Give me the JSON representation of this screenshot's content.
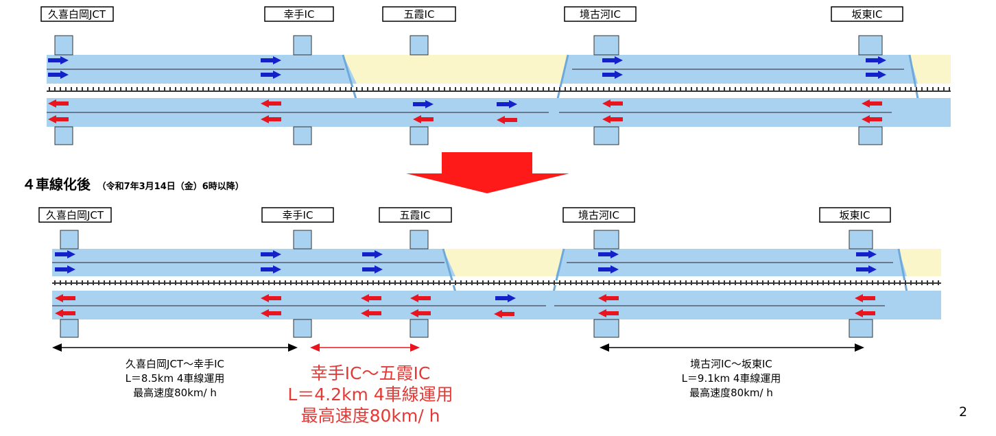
{
  "colors": {
    "road": "#a9d2f0",
    "road_edge": "#6fa9d9",
    "construction": "#fbf6c9",
    "median": "#ffffff",
    "arrow_blue": "#1420c8",
    "arrow_red": "#e8141e",
    "big_arrow": "#ff1a1a",
    "note_red": "#e53935"
  },
  "before": {
    "ic_labels": [
      "久喜白岡JCT",
      "幸手IC",
      "五霞IC",
      "境古河IC",
      "坂東IC"
    ]
  },
  "after": {
    "title": "４車線化後",
    "subtitle": "（令和7年3月14日（金）6時以降）",
    "ic_labels": [
      "久喜白岡JCT",
      "幸手IC",
      "五霞IC",
      "境古河IC",
      "坂東IC"
    ]
  },
  "notes": {
    "left": [
      "久喜白岡JCT～幸手IC",
      "L＝8.5km 4車線運用",
      "最高速度80km/ h"
    ],
    "middle": [
      "幸手IC～五霞IC",
      "L＝4.2km 4車線運用",
      "最高速度80km/ h"
    ],
    "right": [
      "境古河IC～坂東IC",
      "L＝9.1km 4車線運用",
      "最高速度80km/ h"
    ]
  },
  "page_number": "2"
}
